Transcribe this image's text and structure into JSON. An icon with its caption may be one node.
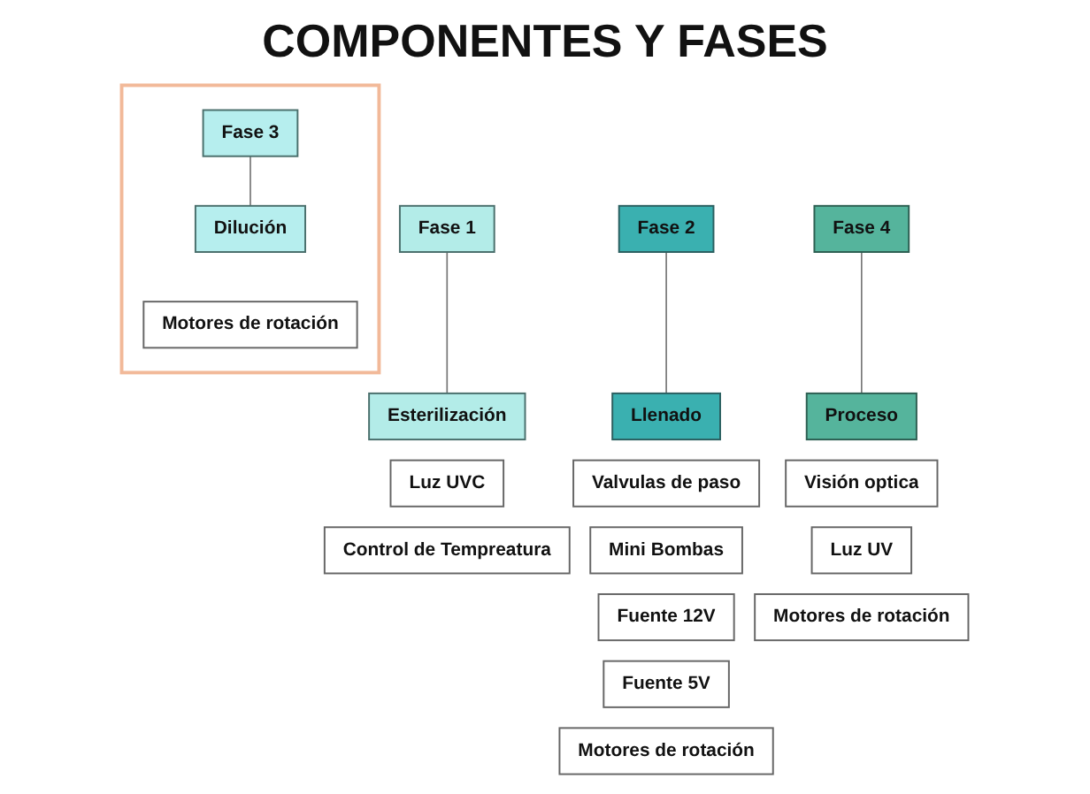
{
  "diagram": {
    "title": "COMPONENTES Y FASES",
    "nodes": [
      {
        "text": [
          "Fase 1"
        ]
      },
      {
        "text": [
          "Esterilización"
        ]
      },
      {
        "text": [
          "Luz UVC"
        ]
      },
      {
        "text": [
          "Control de Tempreatura"
        ]
      },
      {
        "text": [
          "Fase 2"
        ]
      },
      {
        "text": [
          "Llenado"
        ]
      },
      {
        "text": [
          "Valvulas de paso"
        ]
      },
      {
        "text": [
          "Mini Bombas"
        ]
      },
      {
        "text": [
          "Fuente 12V"
        ]
      },
      {
        "text": [
          "Fuente 5V"
        ]
      },
      {
        "text": [
          "Motores de rotación"
        ]
      },
      {
        "text": [],
        "shape": "box"
      },
      {
        "text": [
          "Fase 3"
        ],
        "in": 11
      },
      {
        "text": [
          "Dilución"
        ],
        "in": 11
      },
      {
        "text": [
          "Motores de rotación"
        ],
        "in": 11
      },
      {
        "text": [
          "Fase 4"
        ]
      },
      {
        "text": [
          "Proceso"
        ]
      },
      {
        "text": [
          "Visión optica"
        ]
      },
      {
        "text": [
          "Luz UV"
        ]
      },
      {
        "text": [
          "Motores de rotación"
        ]
      }
    ],
    "edges": [
      {
        "from": 0,
        "to": 1,
        "arrow": "none"
      },
      {
        "from": 4,
        "to": 5,
        "arrow": "none"
      },
      {
        "from": 12,
        "to": 13,
        "arrow": "none"
      },
      {
        "from": 15,
        "to": 16,
        "arrow": "none"
      }
    ]
  }
}
